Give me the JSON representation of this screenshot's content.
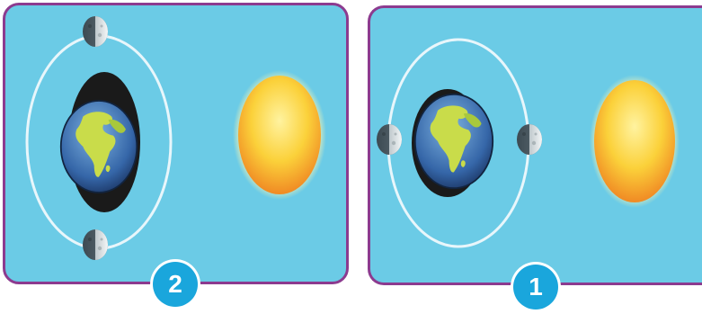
{
  "panels": [
    {
      "label": "2"
    },
    {
      "label": "1"
    }
  ],
  "colors": {
    "panel_background": "#6bcbe6",
    "panel_border": "#8c3b8f",
    "badge": "#1aa6dc",
    "orbit": "#e8f6fb",
    "sun": "#f7c93a"
  },
  "icons": [
    "earth-icon",
    "moon-icon",
    "sun-icon",
    "orbit-path"
  ]
}
